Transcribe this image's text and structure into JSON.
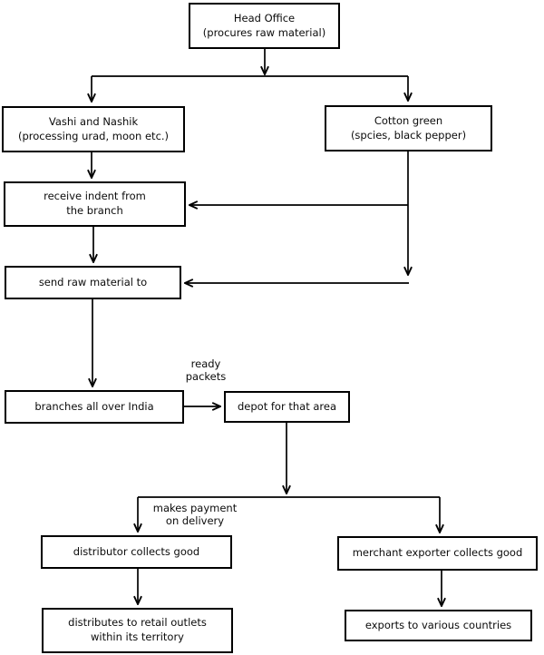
{
  "nodes": {
    "head_office": {
      "label": "Head Office\n(procures raw material)"
    },
    "vashi_nashik": {
      "label": "Vashi and Nashik\n(processing urad, moon etc.)"
    },
    "cotton_green": {
      "label": "Cotton green\n(spcies, black pepper)"
    },
    "receive_indent": {
      "label": "receive indent from\nthe branch"
    },
    "send_raw_material": {
      "label": "send raw material to"
    },
    "branches_india": {
      "label": "branches all over India"
    },
    "depot": {
      "label": "depot for that area"
    },
    "distributor": {
      "label": "distributor collects good"
    },
    "merchant_exporter": {
      "label": "merchant exporter collects good"
    },
    "distributes_retail": {
      "label": "distributes to retail outlets\nwithin its territory"
    },
    "exports_countries": {
      "label": "exports to various countries"
    }
  },
  "annotations": {
    "ready_packets": "ready\npackets",
    "makes_payment": "makes payment\non delivery"
  },
  "edges": [
    {
      "from": "head_office",
      "to": "vashi_nashik"
    },
    {
      "from": "head_office",
      "to": "cotton_green"
    },
    {
      "from": "vashi_nashik",
      "to": "receive_indent"
    },
    {
      "from": "cotton_green",
      "to": "receive_indent"
    },
    {
      "from": "cotton_green",
      "to": "send_raw_material"
    },
    {
      "from": "receive_indent",
      "to": "send_raw_material"
    },
    {
      "from": "send_raw_material",
      "to": "branches_india"
    },
    {
      "from": "branches_india",
      "to": "depot",
      "label": "ready packets"
    },
    {
      "from": "depot",
      "to": "distributor",
      "label": "makes payment on delivery"
    },
    {
      "from": "depot",
      "to": "merchant_exporter"
    },
    {
      "from": "distributor",
      "to": "distributes_retail"
    },
    {
      "from": "merchant_exporter",
      "to": "exports_countries"
    }
  ],
  "colors": {
    "background": "#ffffff",
    "box_fill": "#ffffff",
    "box_border": "#000000",
    "line": "#000000",
    "text": "#0b0b0b"
  }
}
